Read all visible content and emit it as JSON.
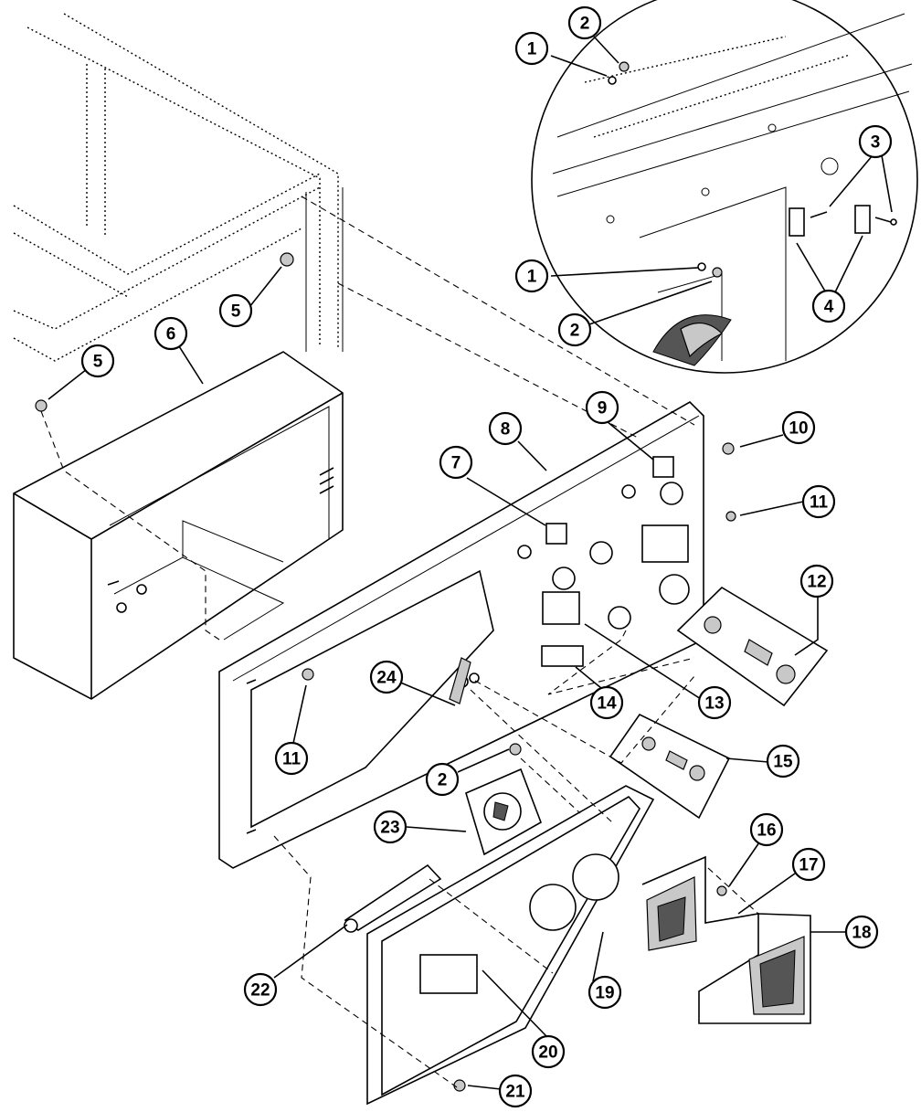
{
  "callouts": [
    {
      "id": "c1-top",
      "label": "1"
    },
    {
      "id": "c2-top",
      "label": "2"
    },
    {
      "id": "c3",
      "label": "3"
    },
    {
      "id": "c1-mid",
      "label": "1"
    },
    {
      "id": "c2-mid",
      "label": "2"
    },
    {
      "id": "c4",
      "label": "4"
    },
    {
      "id": "c5-a",
      "label": "5"
    },
    {
      "id": "c5-b",
      "label": "5"
    },
    {
      "id": "c6",
      "label": "6"
    },
    {
      "id": "c7",
      "label": "7"
    },
    {
      "id": "c8",
      "label": "8"
    },
    {
      "id": "c9",
      "label": "9"
    },
    {
      "id": "c10",
      "label": "10"
    },
    {
      "id": "c11-a",
      "label": "11"
    },
    {
      "id": "c11-b",
      "label": "11"
    },
    {
      "id": "c12",
      "label": "12"
    },
    {
      "id": "c13",
      "label": "13"
    },
    {
      "id": "c14",
      "label": "14"
    },
    {
      "id": "c15",
      "label": "15"
    },
    {
      "id": "c24",
      "label": "24"
    },
    {
      "id": "c2-low",
      "label": "2"
    },
    {
      "id": "c23",
      "label": "23"
    },
    {
      "id": "c16",
      "label": "16"
    },
    {
      "id": "c17",
      "label": "17"
    },
    {
      "id": "c18",
      "label": "18"
    },
    {
      "id": "c22",
      "label": "22"
    },
    {
      "id": "c19",
      "label": "19"
    },
    {
      "id": "c20",
      "label": "20"
    },
    {
      "id": "c21",
      "label": "21"
    }
  ]
}
